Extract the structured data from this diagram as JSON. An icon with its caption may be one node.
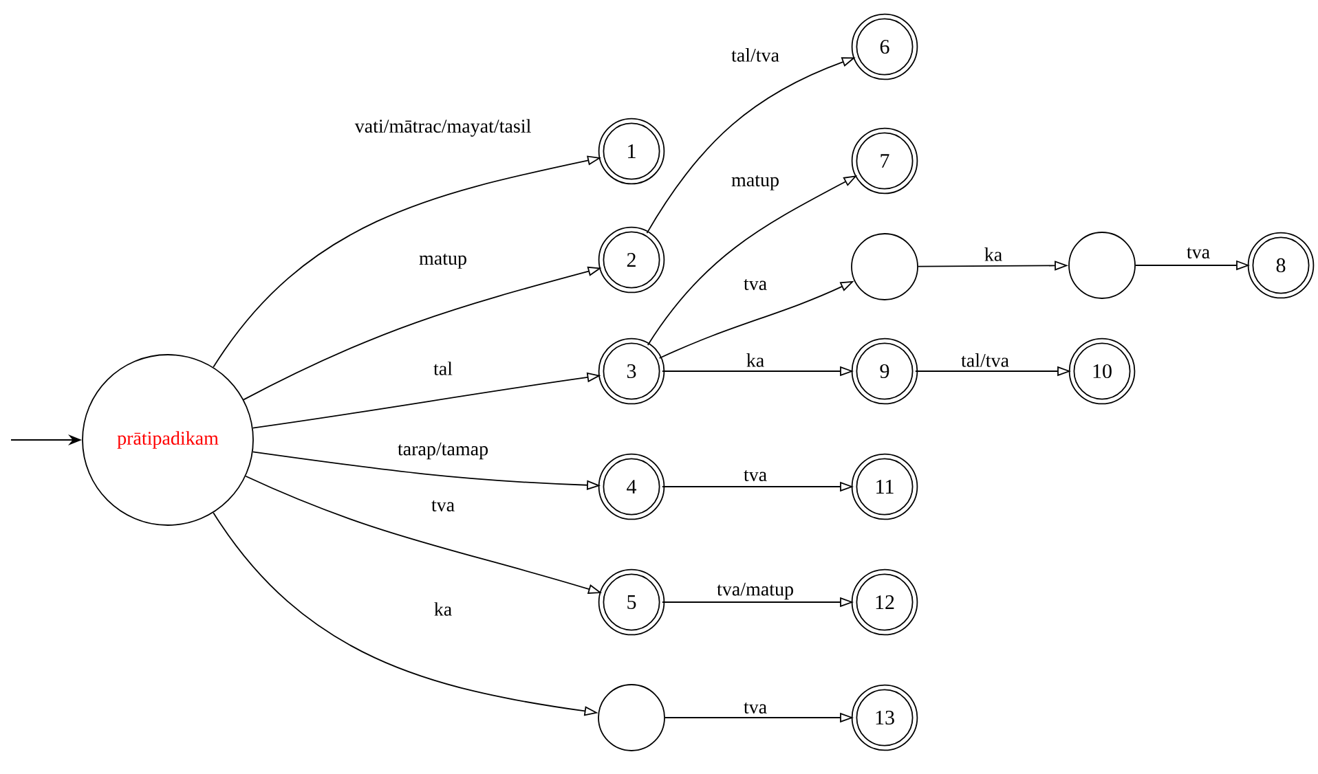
{
  "diagram": {
    "nodes": [
      {
        "text": [
          "prātipadikam"
        ]
      },
      {
        "text": [
          "1"
        ]
      },
      {
        "text": [
          "2"
        ]
      },
      {
        "text": [
          "3"
        ]
      },
      {
        "text": [
          "4"
        ]
      },
      {
        "text": [
          "5"
        ]
      },
      {
        "text": [],
        "shape": "circle"
      },
      {
        "text": [
          "6"
        ]
      },
      {
        "text": [
          "7"
        ]
      },
      {
        "text": [],
        "shape": "circle"
      },
      {
        "text": [
          "9"
        ]
      },
      {
        "text": [
          "11"
        ]
      },
      {
        "text": [
          "12"
        ]
      },
      {
        "text": [
          "13"
        ]
      },
      {
        "text": [],
        "shape": "circle"
      },
      {
        "text": [
          "10"
        ]
      },
      {
        "text": [
          "8"
        ]
      }
    ],
    "edges": [
      {
        "from": null,
        "to": 0,
        "arrow": "to"
      },
      {
        "from": 0,
        "to": 1,
        "arrow": "to",
        "label": "vati/mātrac/mayat/tasil"
      },
      {
        "from": 0,
        "to": 2,
        "arrow": "to",
        "label": "matup"
      },
      {
        "from": 0,
        "to": 3,
        "arrow": "to",
        "label": "tal"
      },
      {
        "from": 0,
        "to": 4,
        "arrow": "to",
        "label": "tarap/tamap"
      },
      {
        "from": 0,
        "to": 5,
        "arrow": "to",
        "label": "tva"
      },
      {
        "from": 0,
        "to": 6,
        "arrow": "to",
        "label": "ka"
      },
      {
        "from": 2,
        "to": 7,
        "arrow": "to",
        "label": "tal/tva"
      },
      {
        "from": 3,
        "to": 8,
        "arrow": "to",
        "label": "matup"
      },
      {
        "from": 3,
        "to": 9,
        "arrow": "to",
        "label": "tva"
      },
      {
        "from": 3,
        "to": 10,
        "arrow": "to",
        "label": "ka"
      },
      {
        "from": 9,
        "to": 14,
        "arrow": "to",
        "label": "ka"
      },
      {
        "from": 14,
        "to": 16,
        "arrow": "to",
        "label": "tva"
      },
      {
        "from": 10,
        "to": 15,
        "arrow": "to",
        "label": "tal/tva"
      },
      {
        "from": 4,
        "to": 11,
        "arrow": "to",
        "label": "tva"
      },
      {
        "from": 5,
        "to": 12,
        "arrow": "to",
        "label": "tva/matup"
      },
      {
        "from": 6,
        "to": 13,
        "arrow": "to",
        "label": "tva"
      }
    ]
  }
}
